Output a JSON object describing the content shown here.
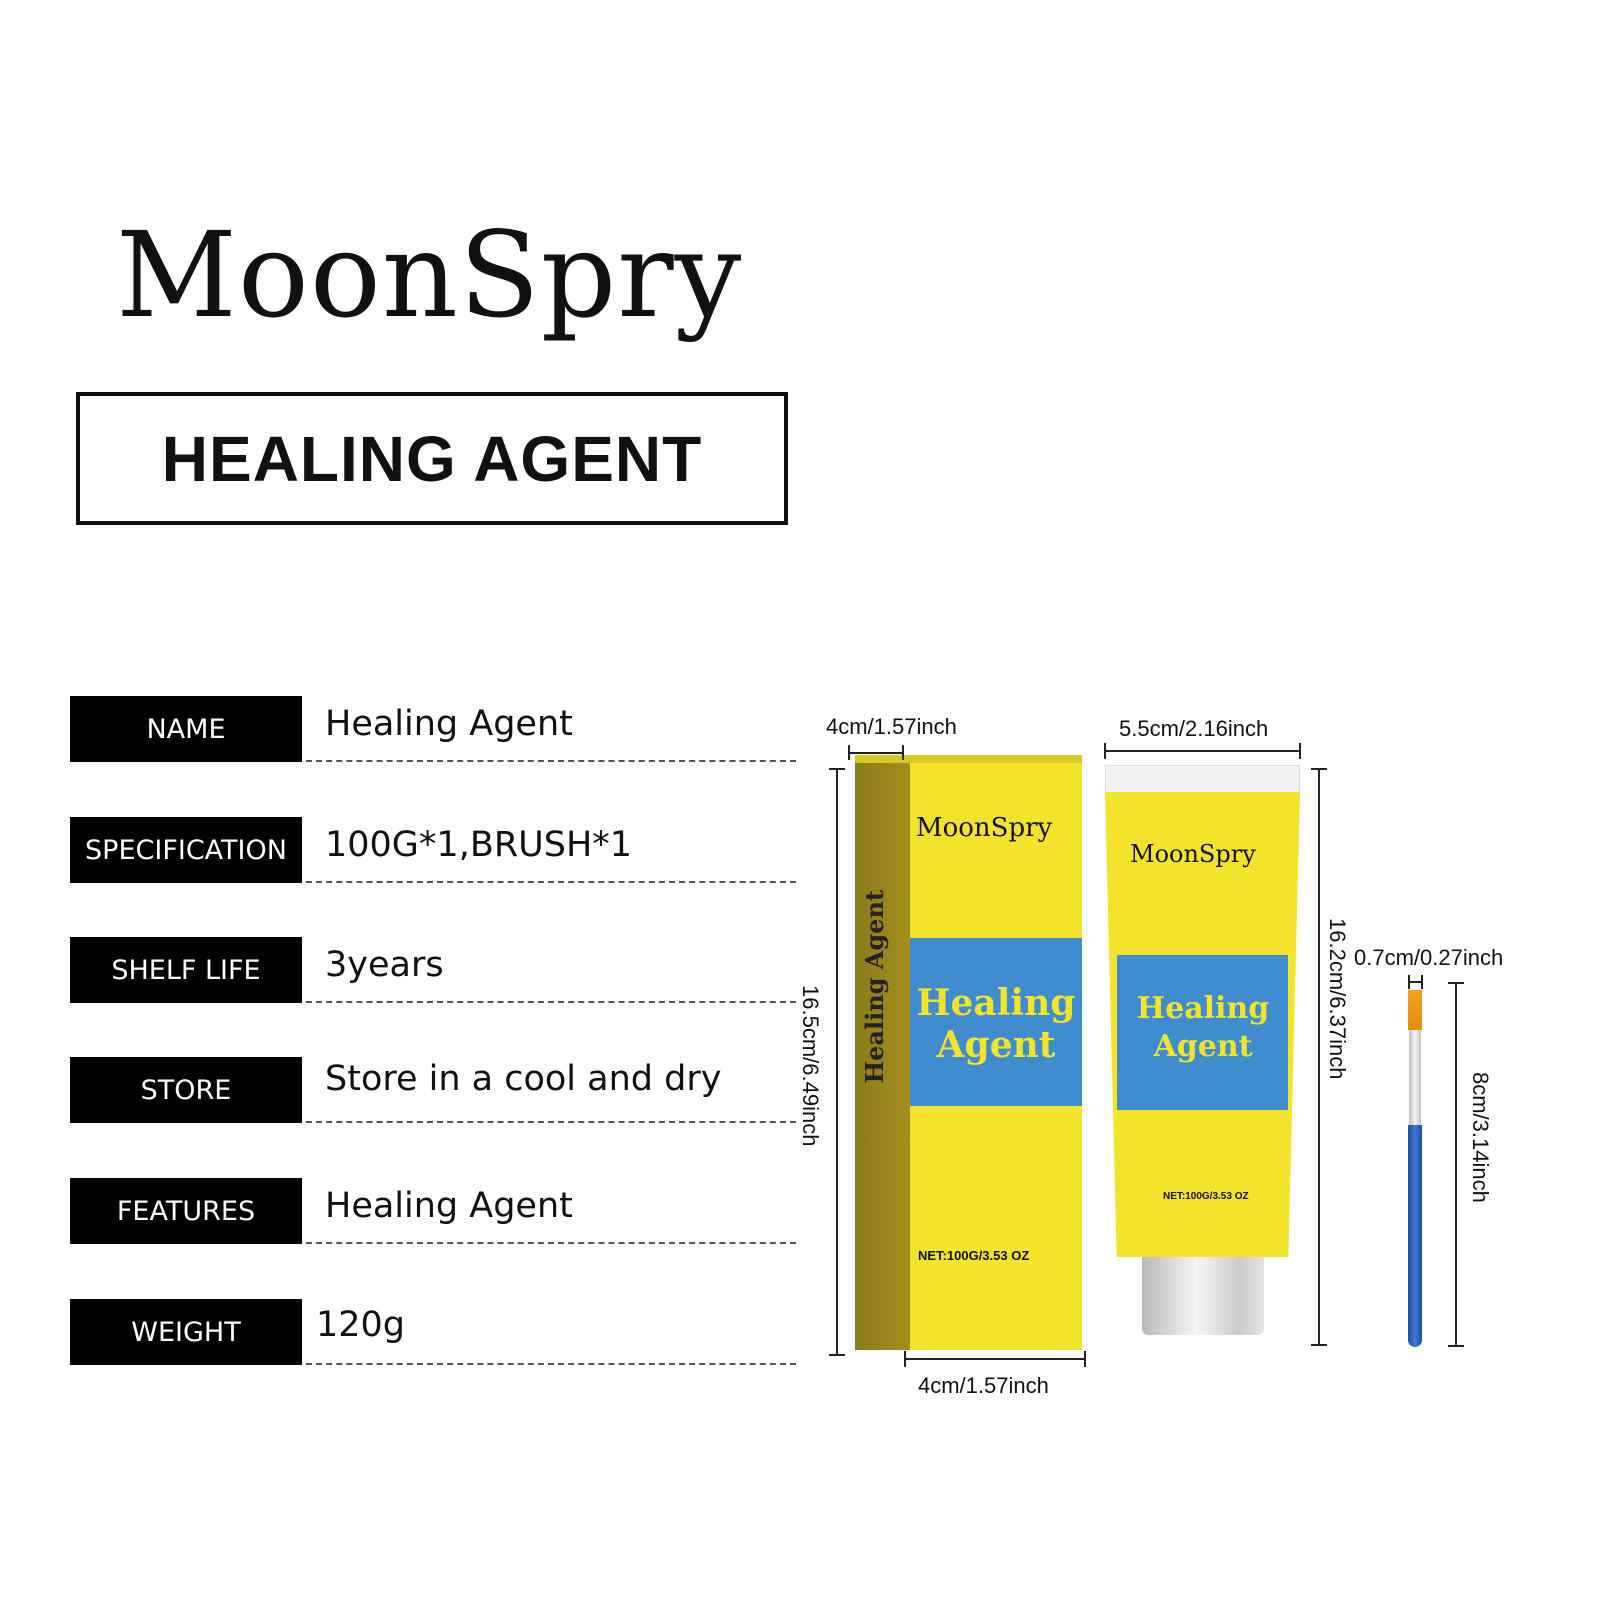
{
  "brand": "MoonSpry",
  "title": "HEALING AGENT",
  "specs": [
    {
      "label": "NAME",
      "value": "Healing Agent"
    },
    {
      "label": "SPECIFICATION",
      "value": "100G*1,BRUSH*1"
    },
    {
      "label": "SHELF LIFE",
      "value": "3years"
    },
    {
      "label": "STORE",
      "value": "Store in a cool and dry"
    },
    {
      "label": "FEATURES",
      "value": "Healing Agent"
    },
    {
      "label": "WEIGHT",
      "value": "120g"
    }
  ],
  "dimensions": {
    "box_depth_top": "4cm/1.57inch",
    "box_height": "16.5cm/6.49inch",
    "box_width_bottom": "4cm/1.57inch",
    "tube_width": "5.5cm/2.16inch",
    "tube_height": "16.2cm/6.37inch",
    "brush_width": "0.7cm/0.27inch",
    "brush_height": "8cm/3.14inch"
  },
  "box": {
    "brand": "MoonSpry",
    "name_line1": "Healing",
    "name_line2": "Agent",
    "side_text": "Healing Agent",
    "net": "NET:100G/3.53 OZ"
  },
  "tube": {
    "brand": "MoonSpry",
    "name_line1": "Healing",
    "name_line2": "Agent",
    "net": "NET:100G/3.53 OZ"
  },
  "colors": {
    "yellow": "#f3e32a",
    "blue": "#3f8ccf",
    "label_bg": "#000000"
  }
}
